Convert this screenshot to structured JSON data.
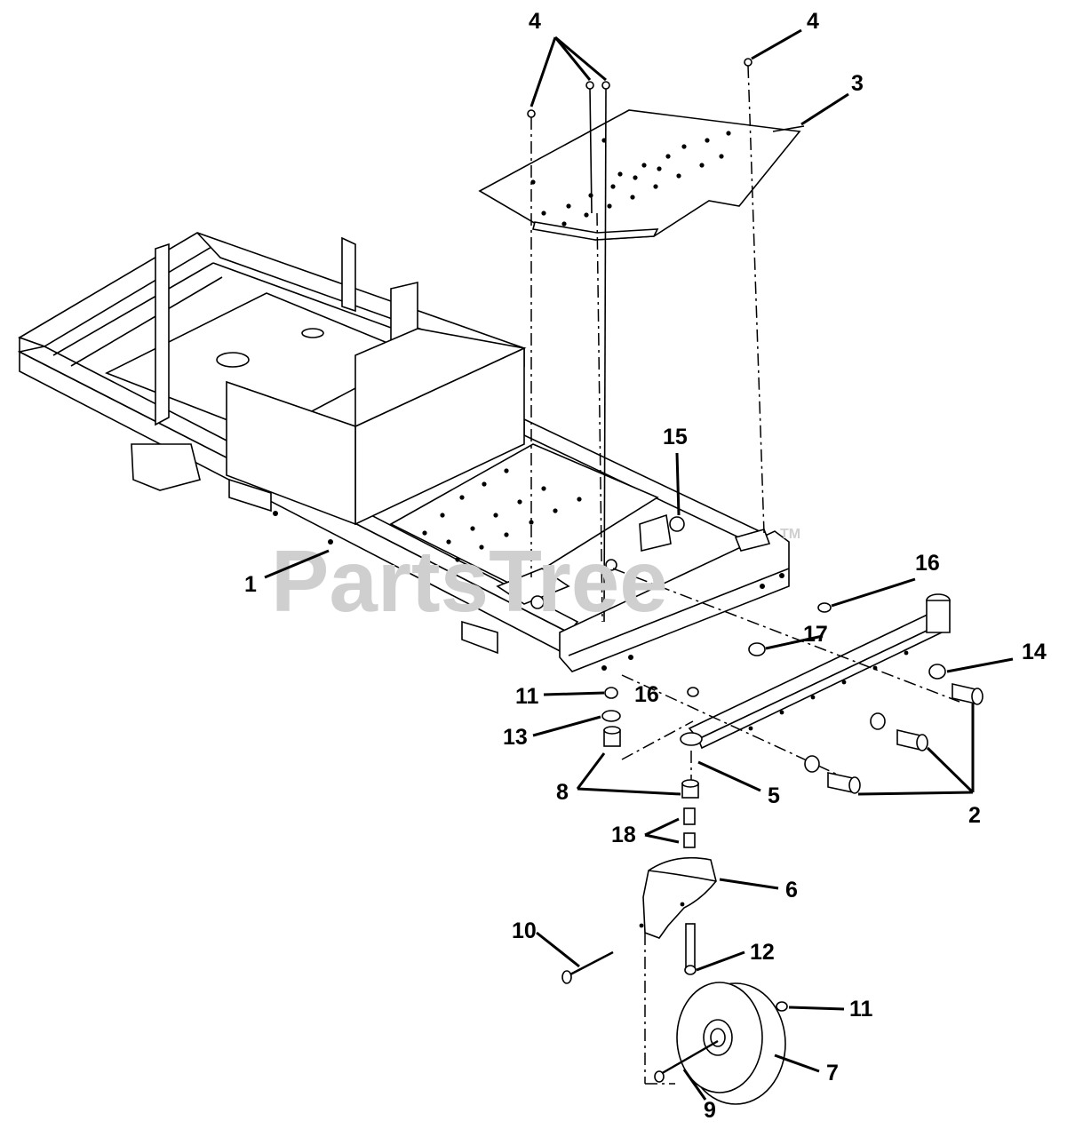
{
  "watermark": {
    "text": "PartsTree",
    "tm": "TM"
  },
  "callouts": {
    "c4a": "4",
    "c4b": "4",
    "c3": "3",
    "c15": "15",
    "c1": "1",
    "c16a": "16",
    "c17": "17",
    "c14": "14",
    "c11a": "11",
    "c16b": "16",
    "c13": "13",
    "c8": "8",
    "c5": "5",
    "c2": "2",
    "c18": "18",
    "c6": "6",
    "c10": "10",
    "c12": "12",
    "c11b": "11",
    "c7": "7",
    "c9": "9"
  }
}
